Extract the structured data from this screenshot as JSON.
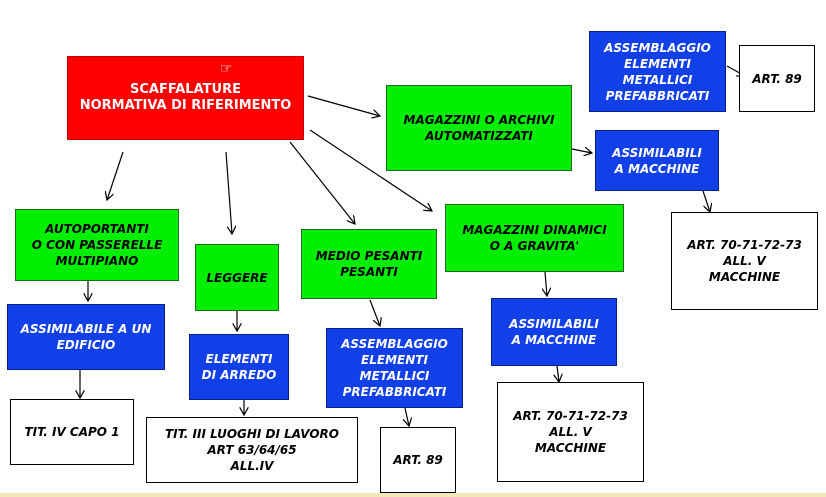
{
  "nodes": {
    "root": "SCAFFALATURE\nNORMATIVA DI RIFERIMENTO",
    "autoportanti": "AUTOPORTANTI\nO CON PASSERELLE\nMULTIPIANO",
    "leggere": "LEGGERE",
    "medio_pesanti": "MEDIO PESANTI\nPESANTI",
    "magazzini_dinamici": "MAGAZZINI DINAMICI\nO A GRAVITA'",
    "magazzini_automatizzati": "MAGAZZINI O ARCHIVI\nAUTOMATIZZATI",
    "assimilabile_edificio": "ASSIMILABILE A UN\nEDIFICIO",
    "elementi_arredo": "ELEMENTI\nDI ARREDO",
    "assemblaggio_mid": "ASSEMBLAGGIO\nELEMENTI\nMETALLICI\nPREFABBRICATI",
    "assimilabili_mid": "ASSIMILABILI\nA MACCHINE",
    "assemblaggio_top": "ASSEMBLAGGIO\nELEMENTI\nMETALLICI\nPREFABBRICATI",
    "assimilabili_top": "ASSIMILABILI\nA MACCHINE",
    "tit_iv": "TIT. IV CAPO 1",
    "tit_iii": "TIT. III LUOGHI DI LAVORO\nART 63/64/65\nALL.IV",
    "art89_mid": "ART. 89",
    "art70_mid": "ART. 70-71-72-73\nALL. V\nMACCHINE",
    "art89_top": "ART. 89",
    "art70_top": "ART. 70-71-72-73\nALL. V\nMACCHINE"
  },
  "colors": {
    "red": "#ff0000",
    "green": "#00ee00",
    "blue": "#1240e8",
    "white": "#ffffff",
    "arrow": "#000000"
  },
  "icons": {
    "cursor": "hand-pointer-icon"
  }
}
